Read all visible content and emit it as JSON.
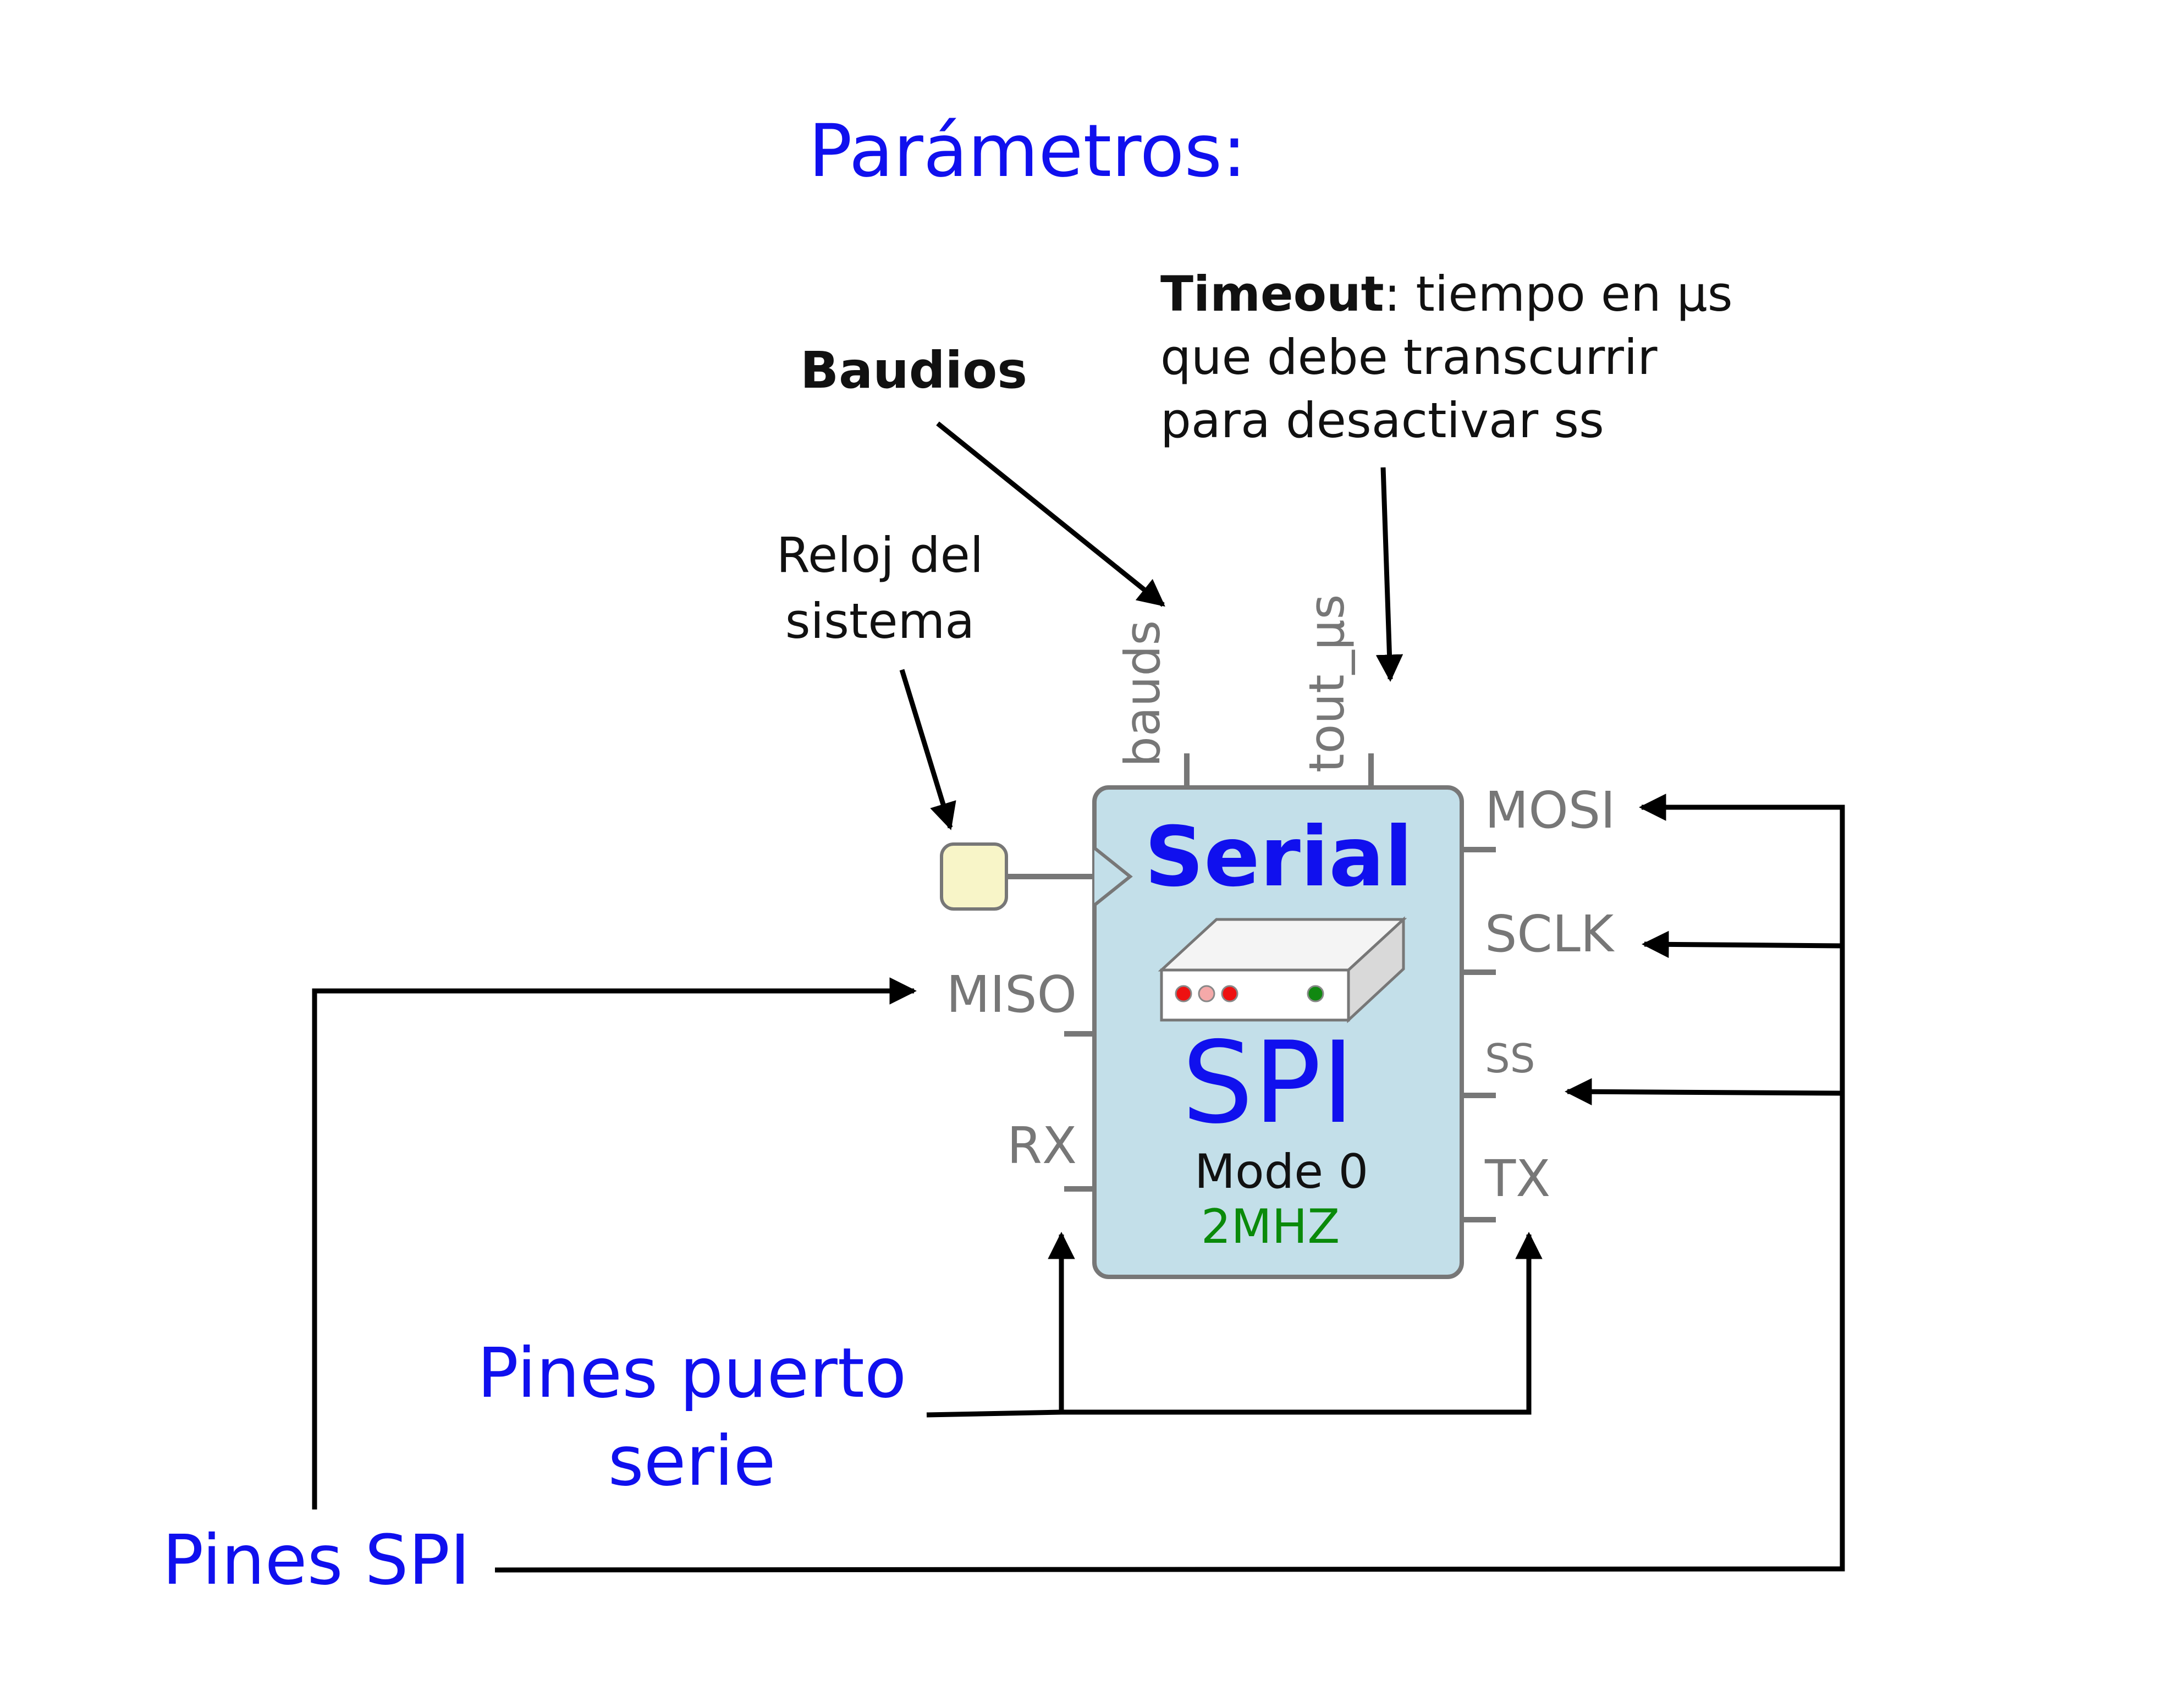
{
  "title": "Parámetros:",
  "annotations": {
    "baudios": "Baudios",
    "timeout_bold": "Timeout",
    "timeout_line1_rest": ": tiempo en µs",
    "timeout_line2": "que debe transcurrir",
    "timeout_line3": "para desactivar ss",
    "reloj_line1": "Reloj del",
    "reloj_line2": "sistema",
    "pines_puerto_line1": "Pines puerto",
    "pines_puerto_line2": "serie",
    "pines_spi": "Pines SPI"
  },
  "block": {
    "title": "Serial",
    "name": "SPI",
    "mode": "Mode 0",
    "frequency": "2MHZ",
    "fill_color": "#c3dfe9",
    "clock_input_color": "#f8f5c8",
    "params": {
      "bauds": "bauds",
      "tout": "tout_µs"
    },
    "left_pins": [
      "MISO",
      "RX"
    ],
    "right_pins": [
      "MOSI",
      "SCLK",
      "SS",
      "TX"
    ]
  },
  "colors": {
    "accent_blue": "#1010ee",
    "pin_gray": "#777777",
    "freq_green": "#0a8a0a"
  }
}
